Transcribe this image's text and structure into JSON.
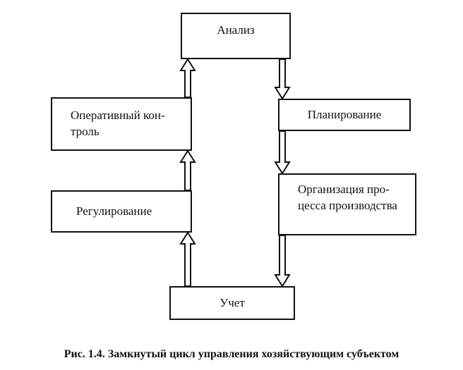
{
  "diagram": {
    "nodes": {
      "analysis": "Анализ",
      "operative_control": "Оперативный кон-\nтроль",
      "planning": "Планирование",
      "regulation": "Регулирование",
      "organization": "Организация про-\nцесса производства",
      "accounting": "Учет"
    },
    "edges": [
      {
        "from": "analysis",
        "to": "planning"
      },
      {
        "from": "planning",
        "to": "organization"
      },
      {
        "from": "organization",
        "to": "accounting"
      },
      {
        "from": "accounting",
        "to": "regulation"
      },
      {
        "from": "regulation",
        "to": "operative_control"
      },
      {
        "from": "operative_control",
        "to": "analysis"
      }
    ]
  },
  "caption": "Рис. 1.4. Замкнутый цикл управления хозяйствующим субъектом"
}
